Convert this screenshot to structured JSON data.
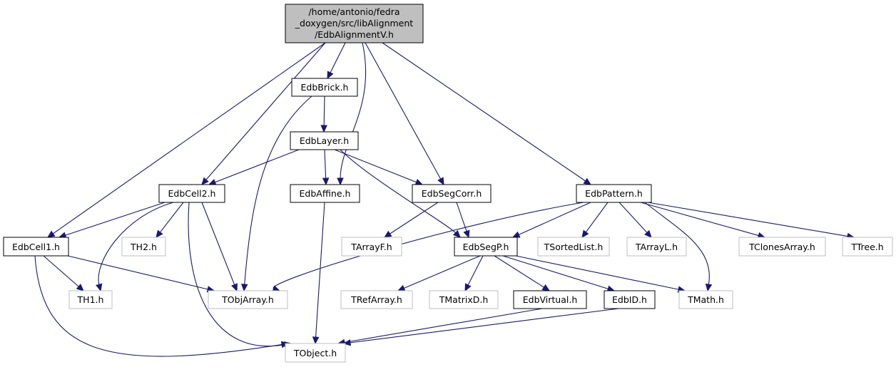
{
  "colors": {
    "edge": "#191970",
    "main_fill": "#bfbfbf",
    "external_border": "#bfbfbf",
    "local_border": "#000000"
  },
  "graph": {
    "nodes": {
      "main": {
        "lines": [
          "/home/antonio/fedra",
          "_doxygen/src/libAlignment",
          "/EdbAlignmentV.h"
        ],
        "kind": "main"
      },
      "brick": {
        "label": "EdbBrick.h",
        "kind": "local"
      },
      "layer": {
        "label": "EdbLayer.h",
        "kind": "local"
      },
      "cell2": {
        "label": "EdbCell2.h",
        "kind": "local"
      },
      "affine": {
        "label": "EdbAffine.h",
        "kind": "local"
      },
      "segcorr": {
        "label": "EdbSegCorr.h",
        "kind": "local"
      },
      "pattern": {
        "label": "EdbPattern.h",
        "kind": "local"
      },
      "cell1": {
        "label": "EdbCell1.h",
        "kind": "local"
      },
      "th2": {
        "label": "TH2.h",
        "kind": "external"
      },
      "tarrayf": {
        "label": "TArrayF.h",
        "kind": "external"
      },
      "segp": {
        "label": "EdbSegP.h",
        "kind": "local"
      },
      "tsortedlist": {
        "label": "TSortedList.h",
        "kind": "external"
      },
      "tarrayl": {
        "label": "TArrayL.h",
        "kind": "external"
      },
      "tclonesarray": {
        "label": "TClonesArray.h",
        "kind": "external"
      },
      "ttree": {
        "label": "TTree.h",
        "kind": "external"
      },
      "th1": {
        "label": "TH1.h",
        "kind": "external"
      },
      "tobjarray": {
        "label": "TObjArray.h",
        "kind": "external"
      },
      "trefarray": {
        "label": "TRefArray.h",
        "kind": "external"
      },
      "tmatrixd": {
        "label": "TMatrixD.h",
        "kind": "external"
      },
      "edbvirtual": {
        "label": "EdbVirtual.h",
        "kind": "local"
      },
      "edbid": {
        "label": "EdbID.h",
        "kind": "local"
      },
      "tmath": {
        "label": "TMath.h",
        "kind": "external"
      },
      "tobject": {
        "label": "TObject.h",
        "kind": "external"
      }
    },
    "edges": [
      [
        "main",
        "cell1"
      ],
      [
        "main",
        "cell2"
      ],
      [
        "main",
        "brick"
      ],
      [
        "main",
        "affine"
      ],
      [
        "main",
        "segcorr"
      ],
      [
        "main",
        "pattern"
      ],
      [
        "brick",
        "layer"
      ],
      [
        "brick",
        "tobjarray"
      ],
      [
        "layer",
        "cell2"
      ],
      [
        "layer",
        "affine"
      ],
      [
        "layer",
        "segcorr"
      ],
      [
        "layer",
        "segp"
      ],
      [
        "cell2",
        "cell1"
      ],
      [
        "cell2",
        "th2"
      ],
      [
        "cell2",
        "th1"
      ],
      [
        "cell2",
        "tobjarray"
      ],
      [
        "cell2",
        "tobject"
      ],
      [
        "affine",
        "tobject"
      ],
      [
        "segcorr",
        "tarrayf"
      ],
      [
        "segcorr",
        "segp"
      ],
      [
        "pattern",
        "tobjarray"
      ],
      [
        "pattern",
        "segp"
      ],
      [
        "pattern",
        "tsortedlist"
      ],
      [
        "pattern",
        "tarrayl"
      ],
      [
        "pattern",
        "tclonesarray"
      ],
      [
        "pattern",
        "ttree"
      ],
      [
        "pattern",
        "tmath"
      ],
      [
        "cell1",
        "th1"
      ],
      [
        "cell1",
        "tobjarray"
      ],
      [
        "cell1",
        "tobject"
      ],
      [
        "segp",
        "trefarray"
      ],
      [
        "segp",
        "tmatrixd"
      ],
      [
        "segp",
        "edbvirtual"
      ],
      [
        "segp",
        "edbid"
      ],
      [
        "segp",
        "tmath"
      ],
      [
        "edbvirtual",
        "tobject"
      ],
      [
        "edbid",
        "tobject"
      ]
    ]
  }
}
